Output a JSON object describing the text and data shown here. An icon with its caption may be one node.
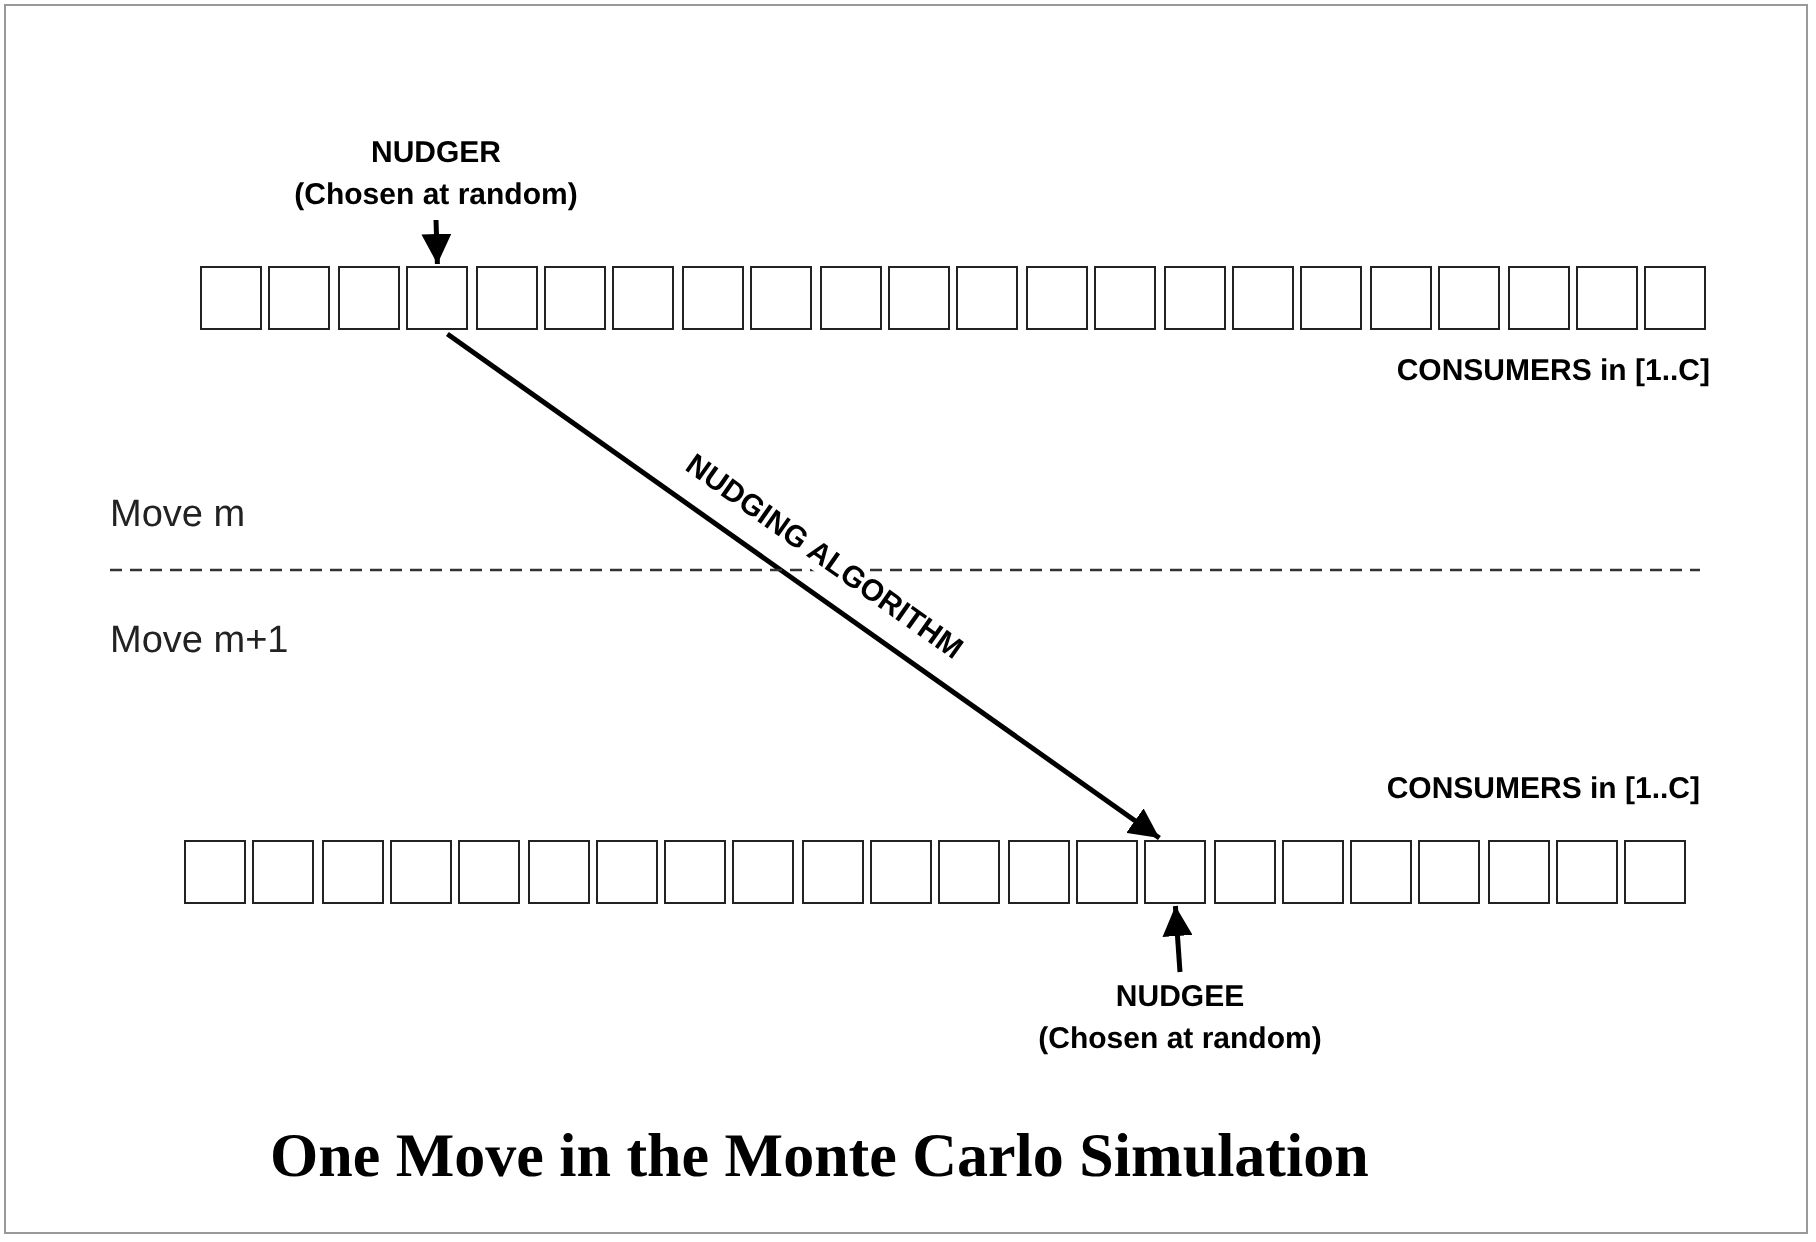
{
  "diagram": {
    "title": "One Move in the Monte Carlo Simulation",
    "nodes": [
      {
        "text": [
          "NUDGER",
          "(Chosen at random)"
        ]
      },
      {
        "text": [],
        "shape": "box"
      },
      {
        "text": [],
        "shape": "box"
      },
      {
        "text": [],
        "shape": "box"
      },
      {
        "text": [],
        "shape": "box"
      },
      {
        "text": [],
        "shape": "box"
      },
      {
        "text": [],
        "shape": "box"
      },
      {
        "text": [],
        "shape": "box"
      },
      {
        "text": [],
        "shape": "box"
      },
      {
        "text": [],
        "shape": "box"
      },
      {
        "text": [],
        "shape": "box"
      },
      {
        "text": [],
        "shape": "box"
      },
      {
        "text": [],
        "shape": "box"
      },
      {
        "text": [],
        "shape": "box"
      },
      {
        "text": [],
        "shape": "box"
      },
      {
        "text": [],
        "shape": "box"
      },
      {
        "text": [],
        "shape": "box"
      },
      {
        "text": [],
        "shape": "box"
      },
      {
        "text": [],
        "shape": "box"
      },
      {
        "text": [],
        "shape": "box"
      },
      {
        "text": [],
        "shape": "box"
      },
      {
        "text": [],
        "shape": "box"
      },
      {
        "text": [],
        "shape": "box"
      },
      {
        "text": [],
        "shape": "box"
      },
      {
        "text": [],
        "shape": "box"
      },
      {
        "text": [],
        "shape": "box"
      },
      {
        "text": [],
        "shape": "box"
      },
      {
        "text": [],
        "shape": "box"
      },
      {
        "text": [],
        "shape": "box"
      },
      {
        "text": [],
        "shape": "box"
      },
      {
        "text": [],
        "shape": "box"
      },
      {
        "text": [],
        "shape": "box"
      },
      {
        "text": [],
        "shape": "box"
      },
      {
        "text": [],
        "shape": "box"
      },
      {
        "text": [],
        "shape": "box"
      },
      {
        "text": [],
        "shape": "box"
      },
      {
        "text": [],
        "shape": "box"
      },
      {
        "text": [],
        "shape": "box"
      },
      {
        "text": [],
        "shape": "box"
      },
      {
        "text": [],
        "shape": "box"
      },
      {
        "text": [],
        "shape": "box"
      },
      {
        "text": [],
        "shape": "box"
      },
      {
        "text": [],
        "shape": "box"
      },
      {
        "text": [],
        "shape": "box"
      },
      {
        "text": [],
        "shape": "box"
      },
      {
        "text": [
          "NUDGEE",
          "(Chosen at random)"
        ]
      }
    ],
    "edges": [
      {
        "from": 0,
        "to": 4,
        "arrow": "to"
      },
      {
        "from": 4,
        "to": 37,
        "arrow": "to",
        "label": "NUDGING ALGORITHM"
      },
      {
        "from": 45,
        "to": 37,
        "arrow": "to"
      }
    ],
    "labels": [
      "CONSUMERS in [1..C]",
      "Move m",
      "Move m+1",
      "CONSUMERS in [1..C]"
    ]
  }
}
